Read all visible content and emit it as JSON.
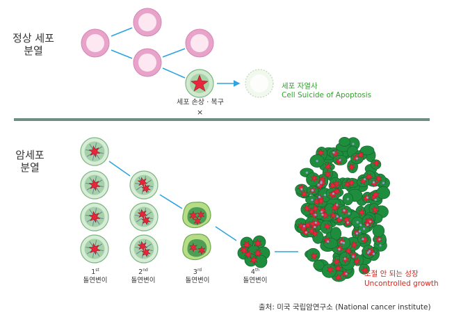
{
  "normal": {
    "title_line1": "정상 세포",
    "title_line2": "분열",
    "damage_label": "세포 손상 · 복구",
    "x_mark": "×",
    "apoptosis_ko": "세포 자열사",
    "apoptosis_en": "Cell Suicide of Apoptosis"
  },
  "cancer": {
    "title_line1": "암세포",
    "title_line2": "분열",
    "stages": [
      {
        "num": "1",
        "sup": "st",
        "label": "돌연변이"
      },
      {
        "num": "2",
        "sup": "nd",
        "label": "돌연변이"
      },
      {
        "num": "3",
        "sup": "rd",
        "label": "돌연변이"
      },
      {
        "num": "4",
        "sup": "th",
        "label": "돌연변이"
      }
    ],
    "growth_ko": "조절 안 되는 성장",
    "growth_en": "Uncontrolled growth"
  },
  "source": "출처: 미국 국립암연구소 (National cancer institute)",
  "colors": {
    "normal_ring": "#e7a3c9",
    "normal_inner": "#fde7f1",
    "cancer_ring": "#b7dfb9",
    "cancer_inner": "#8cc88f",
    "nucleus": "#e6263a",
    "arrow": "#2ea3dd",
    "divider": "#6e8e82",
    "tumor": "#1f8d3e"
  }
}
